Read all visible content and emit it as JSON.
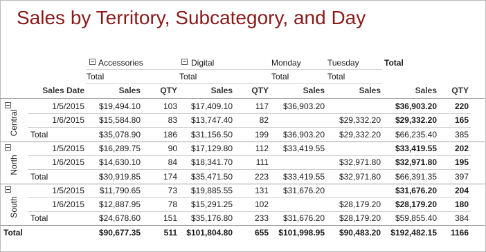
{
  "title": "Sales by Territory, Subcategory, and Day",
  "col_headers": {
    "accessories": "Accessories",
    "digital": "Digital",
    "monday": "Monday",
    "tuesday": "Tuesday",
    "total_top": "Total",
    "sub_total": "Total"
  },
  "measures": {
    "sales_date": "Sales Date",
    "sales": "Sales",
    "qty": "QTY"
  },
  "groups": [
    {
      "territory": "Central",
      "rows": [
        {
          "date": "1/5/2015",
          "acc_sales": "$19,494.10",
          "acc_qty": "103",
          "dig_sales": "$17,409.10",
          "dig_qty": "117",
          "mon": "$36,903.20",
          "tue": "",
          "tot_sales": "$36,903.20",
          "tot_qty": "220"
        },
        {
          "date": "1/6/2015",
          "acc_sales": "$15,584.80",
          "acc_qty": "83",
          "dig_sales": "$13,747.40",
          "dig_qty": "82",
          "mon": "",
          "tue": "$29,332.20",
          "tot_sales": "$29,332.20",
          "tot_qty": "165"
        }
      ],
      "total": {
        "label": "Total",
        "acc_sales": "$35,078.90",
        "acc_qty": "186",
        "dig_sales": "$31,156.50",
        "dig_qty": "199",
        "mon": "$36,903.20",
        "tue": "$29,332.20",
        "tot_sales": "$66,235.40",
        "tot_qty": "385"
      }
    },
    {
      "territory": "North",
      "rows": [
        {
          "date": "1/5/2015",
          "acc_sales": "$16,289.75",
          "acc_qty": "90",
          "dig_sales": "$17,129.80",
          "dig_qty": "112",
          "mon": "$33,419.55",
          "tue": "",
          "tot_sales": "$33,419.55",
          "tot_qty": "202"
        },
        {
          "date": "1/6/2015",
          "acc_sales": "$14,630.10",
          "acc_qty": "84",
          "dig_sales": "$18,341.70",
          "dig_qty": "111",
          "mon": "",
          "tue": "$32,971.80",
          "tot_sales": "$32,971.80",
          "tot_qty": "195"
        }
      ],
      "total": {
        "label": "Total",
        "acc_sales": "$30,919.85",
        "acc_qty": "174",
        "dig_sales": "$35,471.50",
        "dig_qty": "223",
        "mon": "$33,419.55",
        "tue": "$32,971.80",
        "tot_sales": "$66,391.35",
        "tot_qty": "397"
      }
    },
    {
      "territory": "South",
      "rows": [
        {
          "date": "1/5/2015",
          "acc_sales": "$11,790.65",
          "acc_qty": "73",
          "dig_sales": "$19,885.55",
          "dig_qty": "131",
          "mon": "$31,676.20",
          "tue": "",
          "tot_sales": "$31,676.20",
          "tot_qty": "204"
        },
        {
          "date": "1/6/2015",
          "acc_sales": "$12,887.95",
          "acc_qty": "78",
          "dig_sales": "$15,291.25",
          "dig_qty": "102",
          "mon": "",
          "tue": "$28,179.20",
          "tot_sales": "$28,179.20",
          "tot_qty": "180"
        }
      ],
      "total": {
        "label": "Total",
        "acc_sales": "$24,678.60",
        "acc_qty": "151",
        "dig_sales": "$35,176.80",
        "dig_qty": "233",
        "mon": "$31,676.20",
        "tue": "$28,179.20",
        "tot_sales": "$59,855.40",
        "tot_qty": "384"
      }
    }
  ],
  "grand_total": {
    "label": "Total",
    "acc_sales": "$90,677.35",
    "acc_qty": "511",
    "dig_sales": "$101,804.80",
    "dig_qty": "655",
    "mon": "$101,998.95",
    "tue": "$90,483.20",
    "tot_sales": "$192,482.15",
    "tot_qty": "1166"
  },
  "colors": {
    "title": "#8b1a1a",
    "border": "#b9b9b9",
    "rule": "#d0d0d0"
  }
}
